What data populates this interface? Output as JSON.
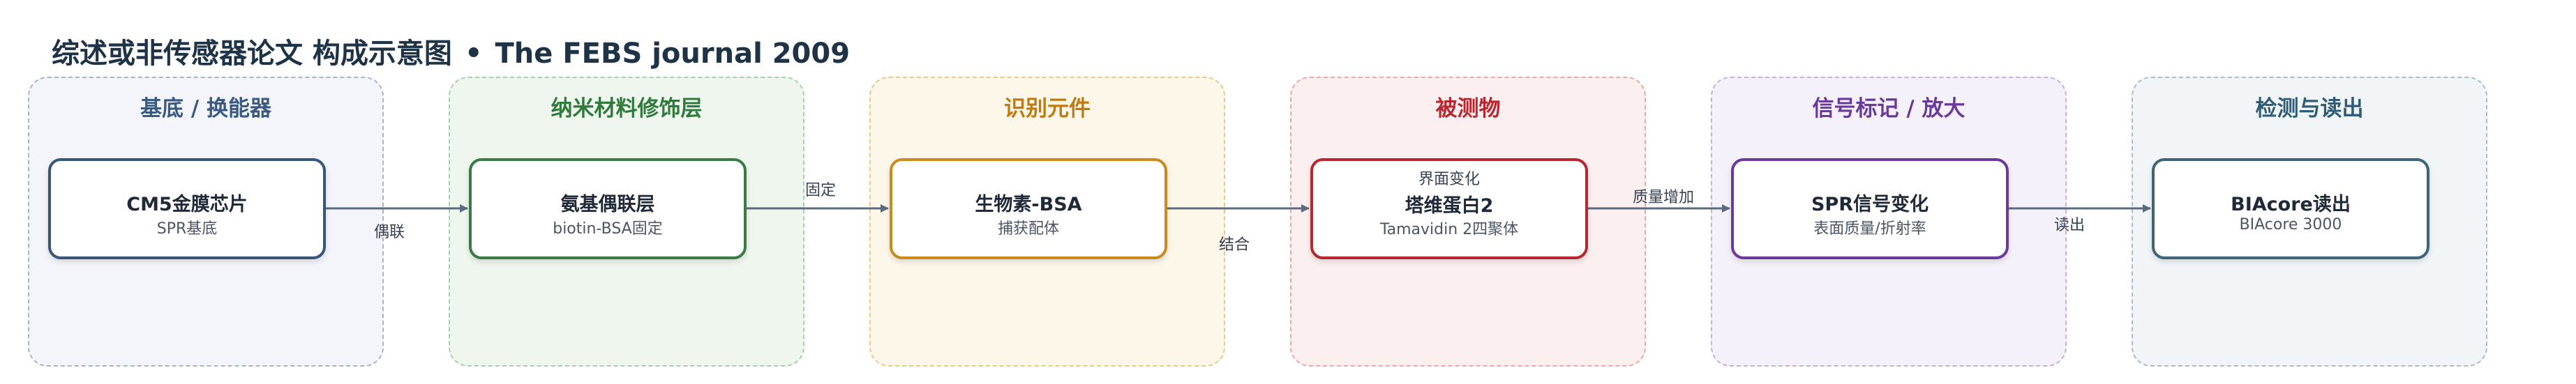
{
  "title": {
    "main": "综述或非传感器论文 构成示意图",
    "sep": "•",
    "source": "The FEBS journal 2009"
  },
  "panels": [
    {
      "title": "基底 / 换能器",
      "node_title": "CM5金膜芯片",
      "node_sub": "SPR基底"
    },
    {
      "title": "纳米材料修饰层",
      "node_title": "氨基偶联层",
      "node_sub": "biotin-BSA固定"
    },
    {
      "title": "识别元件",
      "node_title": "生物素-BSA",
      "node_sub": "捕获配体"
    },
    {
      "title": "被测物",
      "node_top": "界面变化",
      "node_title": "塔维蛋白2",
      "node_sub": "Tamavidin 2四聚体"
    },
    {
      "title": "信号标记 / 放大",
      "node_title": "SPR信号变化",
      "node_sub": "表面质量/折射率"
    },
    {
      "title": "检测与读出",
      "node_title": "BIAcore读出",
      "node_sub": "BIAcore 3000"
    }
  ],
  "edges": [
    "偶联",
    "固定",
    "结合",
    "质量增加",
    "读出"
  ],
  "colors": {
    "arrow": "#5b6b7d",
    "title": "#1f3346"
  }
}
